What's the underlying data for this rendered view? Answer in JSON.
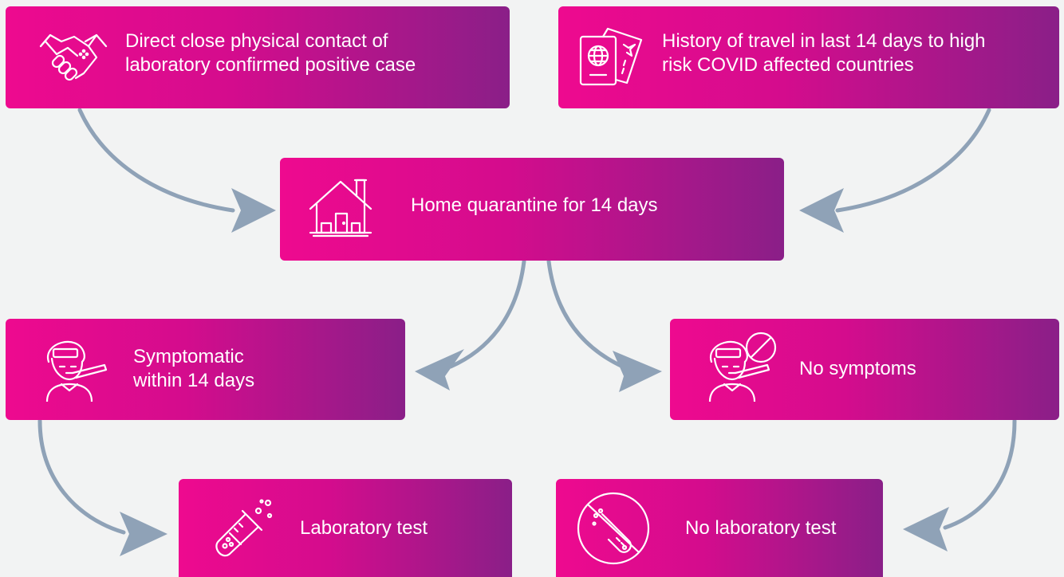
{
  "nodes": {
    "contact": {
      "label": "Direct close physical contact of laboratory confirmed positive case",
      "line1": "Direct close physical contact of",
      "line2": "laboratory confirmed positive case",
      "icon": "handshake-icon"
    },
    "travel": {
      "label": "History of travel in last 14 days to high risk COVID affected countries",
      "line1": "History of travel in last 14 days to high",
      "line2": "risk COVID affected countries",
      "icon": "passport-ticket-icon"
    },
    "quarantine": {
      "label": "Home quarantine for 14 days",
      "icon": "house-icon"
    },
    "symptomatic": {
      "label": "Symptomatic within 14 days",
      "line1": "Symptomatic",
      "line2": "within 14 days",
      "icon": "sick-person-thermometer-icon"
    },
    "no_symptoms": {
      "label": "No symptoms",
      "icon": "no-fever-person-icon"
    },
    "lab_test": {
      "label": "Laboratory test",
      "icon": "test-tube-icon"
    },
    "no_lab_test": {
      "label": "No laboratory test",
      "icon": "no-test-tube-icon"
    }
  },
  "edges": [
    {
      "from": "contact",
      "to": "quarantine"
    },
    {
      "from": "travel",
      "to": "quarantine"
    },
    {
      "from": "quarantine",
      "to": "symptomatic"
    },
    {
      "from": "quarantine",
      "to": "no_symptoms"
    },
    {
      "from": "symptomatic",
      "to": "lab_test"
    },
    {
      "from": "no_symptoms",
      "to": "no_lab_test"
    }
  ],
  "colors": {
    "background": "#f2f3f3",
    "box_gradient_start": "#ee0a8f",
    "box_gradient_end": "#8a1f88",
    "arrow": "#8fa2b7",
    "text": "#ffffff"
  }
}
